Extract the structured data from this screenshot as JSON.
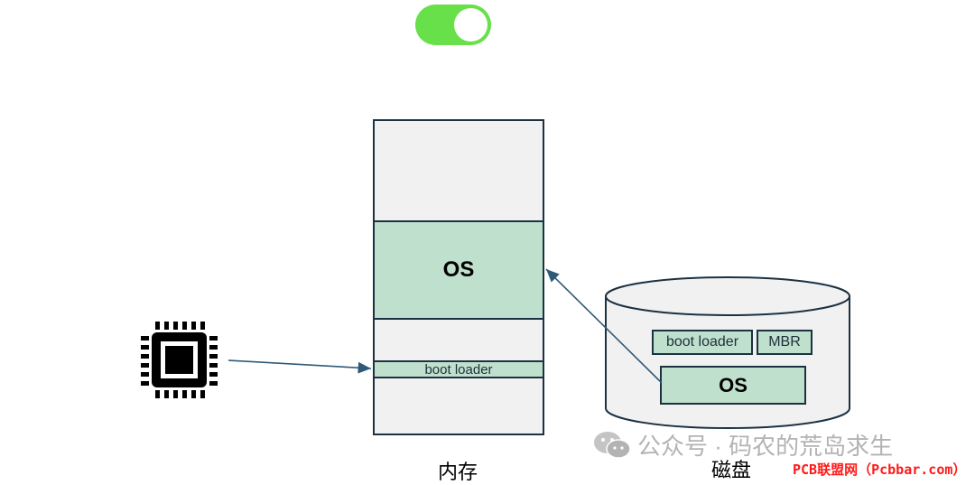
{
  "toggle": {
    "on": true,
    "color": "#67e04a"
  },
  "memory": {
    "os_label": "OS",
    "boot_label": "boot loader",
    "caption": "内存"
  },
  "disk": {
    "boot_label": "boot loader",
    "mbr_label": "MBR",
    "os_label": "OS",
    "caption": "磁盘"
  },
  "watermark": {
    "text": "公众号 · 码农的荒岛求生"
  },
  "source": {
    "text": "PCB联盟网（Pcbbar.com）"
  },
  "colors": {
    "segment_fill": "#bfe0cc",
    "empty_fill": "#f1f1f1",
    "stroke": "#1c3142",
    "arrow": "#2e5a78",
    "source_text": "#ff1a1a"
  },
  "icons": {
    "cpu": "cpu-chip-icon",
    "wechat": "wechat-icon"
  }
}
